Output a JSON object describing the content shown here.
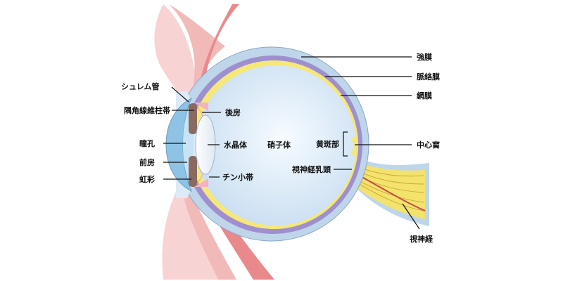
{
  "labels": {
    "sclera": "強膜",
    "choroid": "脈絡膜",
    "retina": "網膜",
    "fovea": "中心窩",
    "macula": "黄斑部",
    "optic_disc": "視神経乳頭",
    "optic_nerve": "視神経",
    "vitreous": "硝子体",
    "lens": "水晶体",
    "posterior_chamber": "後房",
    "zonule": "チン小帯",
    "schlemm_canal": "シュレム管",
    "trabecular_meshwork": "隅角線維柱帯",
    "pupil": "瞳孔",
    "anterior_chamber": "前房",
    "iris": "虹彩"
  },
  "colors": {
    "sclera_blue": "#bfd6ea",
    "vitreous_blue": "#dcebf7",
    "choroid_purple": "#9f8fcf",
    "retina_yellow": "#f5e878",
    "eyelid_pink": "#f7d3d3",
    "eyelid_red": "#e9898b",
    "iris_brown": "#8a6a60",
    "cornea_blue": "#8ec3e6"
  }
}
